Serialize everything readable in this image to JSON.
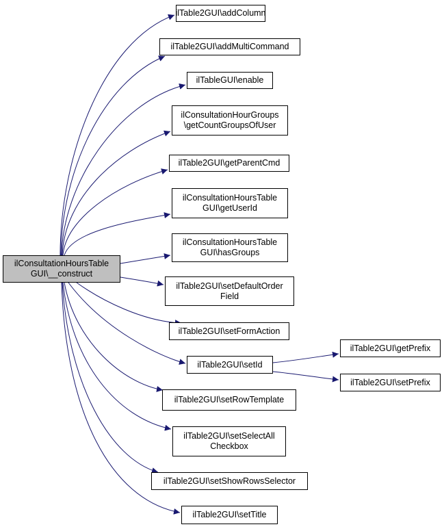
{
  "diagram": {
    "root": {
      "id": "root",
      "lines": [
        "ilConsultationHoursTable",
        "GUI\\__construct"
      ],
      "fill": "#bfbfbf"
    },
    "nodes": [
      {
        "id": "n0",
        "lines": [
          "ilTable2GUI\\addColumn"
        ]
      },
      {
        "id": "n1",
        "lines": [
          "ilTable2GUI\\addMultiCommand"
        ]
      },
      {
        "id": "n2",
        "lines": [
          "ilTableGUI\\enable"
        ]
      },
      {
        "id": "n3",
        "lines": [
          "ilConsultationHourGroups",
          "\\getCountGroupsOfUser"
        ]
      },
      {
        "id": "n4",
        "lines": [
          "ilTable2GUI\\getParentCmd"
        ]
      },
      {
        "id": "n5",
        "lines": [
          "ilConsultationHoursTable",
          "GUI\\getUserId"
        ]
      },
      {
        "id": "n6",
        "lines": [
          "ilConsultationHoursTable",
          "GUI\\hasGroups"
        ]
      },
      {
        "id": "n7",
        "lines": [
          "ilTable2GUI\\setDefaultOrder",
          "Field"
        ]
      },
      {
        "id": "n8",
        "lines": [
          "ilTable2GUI\\setFormAction"
        ]
      },
      {
        "id": "n9",
        "lines": [
          "ilTable2GUI\\setId"
        ]
      },
      {
        "id": "n10",
        "lines": [
          "ilTable2GUI\\getPrefix"
        ]
      },
      {
        "id": "n11",
        "lines": [
          "ilTable2GUI\\setPrefix"
        ]
      },
      {
        "id": "n12",
        "lines": [
          "ilTable2GUI\\setRowTemplate"
        ]
      },
      {
        "id": "n13",
        "lines": [
          "ilTable2GUI\\setSelectAll",
          "Checkbox"
        ]
      },
      {
        "id": "n14",
        "lines": [
          "ilTable2GUI\\setShowRowsSelector"
        ]
      },
      {
        "id": "n15",
        "lines": [
          "ilTable2GUI\\setTitle"
        ]
      }
    ],
    "edges": [
      [
        "root",
        "n0"
      ],
      [
        "root",
        "n1"
      ],
      [
        "root",
        "n2"
      ],
      [
        "root",
        "n3"
      ],
      [
        "root",
        "n4"
      ],
      [
        "root",
        "n5"
      ],
      [
        "root",
        "n6"
      ],
      [
        "root",
        "n7"
      ],
      [
        "root",
        "n8"
      ],
      [
        "root",
        "n9"
      ],
      [
        "root",
        "n12"
      ],
      [
        "root",
        "n13"
      ],
      [
        "root",
        "n14"
      ],
      [
        "root",
        "n15"
      ],
      [
        "n9",
        "n10"
      ],
      [
        "n9",
        "n11"
      ]
    ],
    "edge_color": "#191970"
  }
}
